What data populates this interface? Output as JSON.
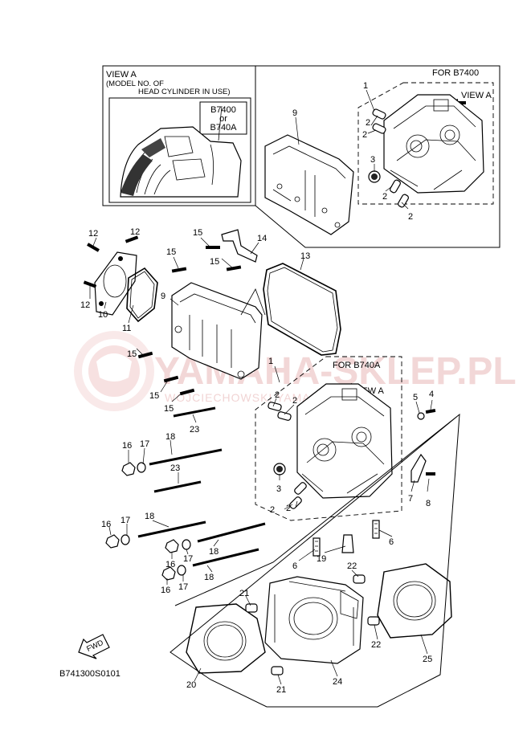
{
  "view_a": {
    "title": "VIEW A",
    "note_line1": "(MODEL NO. OF",
    "note_line2": "HEAD CYLINDER IN USE)",
    "model_1": "B7400",
    "model_or": "or",
    "model_2": "B740A"
  },
  "group_b7400": {
    "title": "FOR B7400",
    "view_label": "VIEW A"
  },
  "group_b740a": {
    "title": "FOR B740A",
    "view_label": "VIEW A"
  },
  "fwd_label": "FWD",
  "diagram_code": "B741300S0101",
  "watermark": {
    "main": "YAMAHA-SKLEP.PL",
    "sub": "WOJCIECHOWSKI YAMAHA"
  },
  "callouts": {
    "c1a": "1",
    "c2a": "2",
    "c2b": "2",
    "c3a": "3",
    "c2c": "2",
    "c2d": "2",
    "c9a": "9",
    "c12a": "12",
    "c12b": "12",
    "c12c": "12",
    "c10": "10",
    "c11": "11",
    "c15a": "15",
    "c15b": "15",
    "c15c": "15",
    "c14": "14",
    "c13": "13",
    "c9b": "9",
    "c15d": "15",
    "c15e": "15",
    "c15f": "15",
    "c23a": "23",
    "c1b": "1",
    "c2e": "2",
    "c2f": "2",
    "c5": "5",
    "c4": "4",
    "c18a": "18",
    "c16a": "16",
    "c17a": "17",
    "c23b": "23",
    "c3b": "3",
    "c7": "7",
    "c8": "8",
    "c2g": "2",
    "c2h": "2",
    "c18b": "18",
    "c16b": "16",
    "c17b": "17",
    "c6a": "6",
    "c19": "19",
    "c6b": "6",
    "c18c": "18",
    "c16c": "16",
    "c17c": "17",
    "c18d": "18",
    "c16d": "16",
    "c17d": "17",
    "c22a": "22",
    "c21a": "21",
    "c22b": "22",
    "c25": "25",
    "c20": "20",
    "c24": "24",
    "c21b": "21"
  }
}
